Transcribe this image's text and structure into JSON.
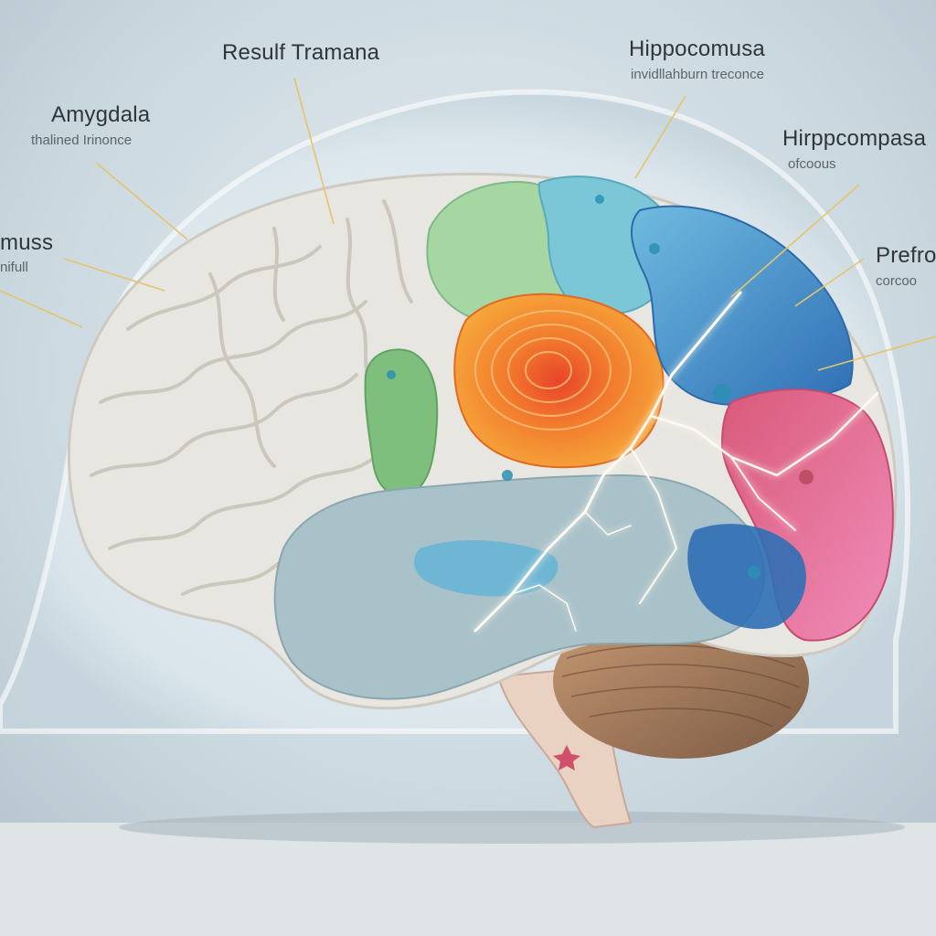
{
  "labels": [
    {
      "key": "result",
      "title": "Resulf Tramana",
      "subtitle": ""
    },
    {
      "key": "hippo_top",
      "title": "Hippocomusa",
      "subtitle": "invidllahburn treconce"
    },
    {
      "key": "amygdala",
      "title": "Amygdala",
      "subtitle": "thalined Irinonce"
    },
    {
      "key": "hippo_right",
      "title": "Hirppcompasa",
      "subtitle": "ofcoous"
    },
    {
      "key": "left_cut",
      "title": "muss",
      "subtitle": "nifull"
    },
    {
      "key": "right_cut",
      "title": "Prefro",
      "subtitle": "corcoo"
    }
  ],
  "colors": {
    "background": "#c9d7df",
    "brain_neutral": "#e7e5df",
    "temporal": "#a9c1c8",
    "orange": "#f38b2f",
    "green": "#7fbf7e",
    "cyan": "#7cc7d7",
    "blue": "#4b8cc6",
    "pink": "#e75a8a",
    "cerebellum": "#a57a5c",
    "stem": "#e8cfc0",
    "lightning": "#fff8e6"
  }
}
